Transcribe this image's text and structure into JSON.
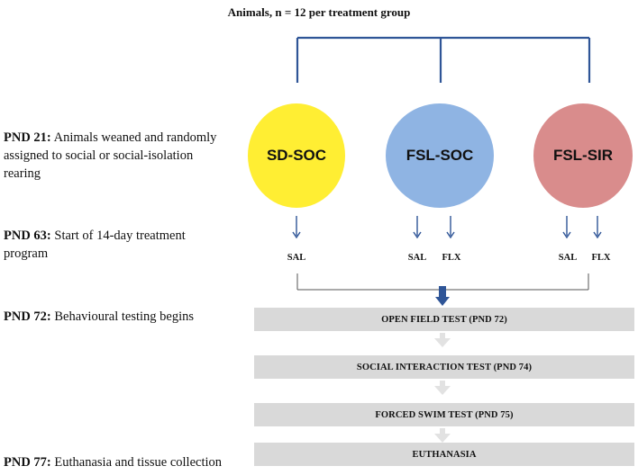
{
  "header": {
    "title": "Animals, n = 12 per treatment group"
  },
  "groups": [
    {
      "label": "SD-SOC",
      "color": "#ffee33"
    },
    {
      "label": "FSL-SOC",
      "color": "#8fb4e3"
    },
    {
      "label": "FSL-SIR",
      "color": "#d98c8c"
    }
  ],
  "steps": [
    {
      "day": "PND 21:",
      "text": "Animals weaned and randomly",
      "cont": [
        "assigned to social or social-isolation",
        "rearing"
      ]
    },
    {
      "day": "PND 63:",
      "text": "Start of 14-day treatment",
      "cont": [
        "program"
      ]
    },
    {
      "day": "PND 72:",
      "text": "Behavioural testing begins",
      "cont": []
    },
    {
      "day": "PND 77:",
      "text": "Euthanasia and tissue collection",
      "cont": []
    }
  ],
  "treatments": {
    "sd_soc": [
      "SAL"
    ],
    "fsl_soc": [
      "SAL",
      "FLX"
    ],
    "fsl_sir": [
      "SAL",
      "FLX"
    ]
  },
  "tests": [
    "OPEN FIELD TEST (PND 72)",
    "SOCIAL INTERACTION TEST (PND 74)",
    "FORCED SWIM TEST (PND 75)",
    "EUTHANASIA"
  ],
  "colors": {
    "bracket": "#2f5597",
    "arrow": "#2f5597",
    "box": "#d9d9d9",
    "connector": "#e0e0e0"
  }
}
